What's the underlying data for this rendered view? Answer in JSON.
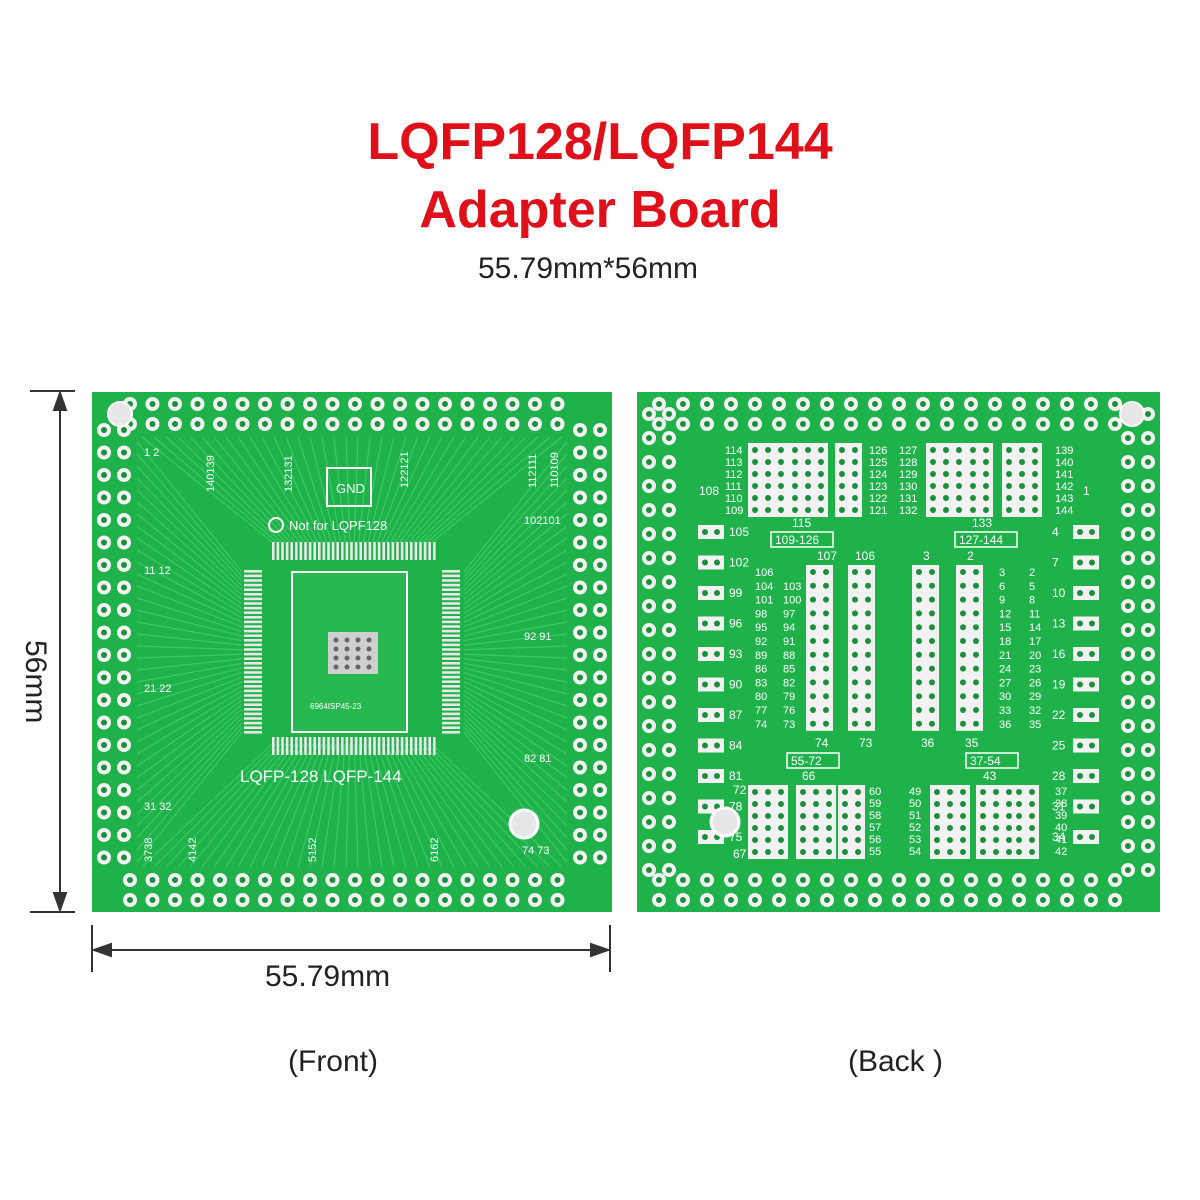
{
  "title": {
    "line1": "LQFP128/LQFP144",
    "line2": "Adapter Board"
  },
  "dimensions_text": "55.79mm*56mm",
  "width_label": "55.79mm",
  "height_label": "56mm",
  "captions": {
    "front": "(Front)",
    "back": "(Back )"
  },
  "colors": {
    "title": "#e0101b",
    "pcb": "#1fb24a",
    "silk": "#ffffff"
  },
  "front": {
    "gnd": "GND",
    "note": "Not for LQPF128",
    "board_label": "LQFP-128 LQFP-144",
    "chip_code": "6964ISP45-23",
    "labels": {
      "l1_2": "1  2",
      "l140_139": "140139",
      "l132_131": "132131",
      "l122_121": "122121",
      "l112_111": "112111",
      "l110_109": "110109",
      "l102_101": "102101",
      "l11_12": "11 12",
      "l92_91": "92 91",
      "l21_22": "21 22",
      "l82_81": "82 81",
      "l31_32": "31 32",
      "l37_38": "3738",
      "l41_42": "4142",
      "l51_52": "5152",
      "l61_62": "6162",
      "l74_73": "74 73"
    }
  },
  "back": {
    "groups": [
      "109-126",
      "127-144",
      "55-72",
      "37-54"
    ],
    "labels": {
      "n115": "115",
      "n133": "133",
      "n107": "107",
      "n106": "106",
      "n3": "3",
      "n2": "2",
      "n74": "74",
      "n73": "73",
      "n36": "36",
      "n35": "35",
      "n66": "66",
      "n43": "43",
      "n108": "108",
      "n72": "72",
      "n67": "67",
      "n1": "1"
    },
    "top_left_col": [
      "114",
      "113",
      "112",
      "111",
      "110",
      "109"
    ],
    "top_mid_col": [
      "126",
      "125",
      "124",
      "123",
      "122",
      "121"
    ],
    "top_mid2_col": [
      "127",
      "128",
      "129",
      "130",
      "131",
      "132"
    ],
    "top_right_col": [
      "139",
      "140",
      "141",
      "142",
      "143",
      "144"
    ],
    "left_pins": [
      "105",
      "102",
      "99",
      "96",
      "93",
      "90",
      "87",
      "84",
      "81",
      "78",
      "75"
    ],
    "right_pins": [
      "4",
      "7",
      "10",
      "13",
      "16",
      "19",
      "22",
      "25",
      "28",
      "31",
      "34"
    ],
    "left_inner": [
      [
        "106"
      ],
      [
        "104",
        "103"
      ],
      [
        "101",
        "100"
      ],
      [
        "98",
        "97"
      ],
      [
        "95",
        "94"
      ],
      [
        "92",
        "91"
      ],
      [
        "89",
        "88"
      ],
      [
        "86",
        "85"
      ],
      [
        "83",
        "82"
      ],
      [
        "80",
        "79"
      ],
      [
        "77",
        "76"
      ],
      [
        "74",
        "73"
      ]
    ],
    "right_inner": [
      [
        "3",
        "2"
      ],
      [
        "6",
        "5"
      ],
      [
        "9",
        "8"
      ],
      [
        "12",
        "11"
      ],
      [
        "15",
        "14"
      ],
      [
        "18",
        "17"
      ],
      [
        "21",
        "20"
      ],
      [
        "24",
        "23"
      ],
      [
        "27",
        "26"
      ],
      [
        "30",
        "29"
      ],
      [
        "33",
        "32"
      ],
      [
        "36",
        "35"
      ]
    ],
    "bottom_left_col": [
      "60",
      "59",
      "58",
      "57",
      "56",
      "55"
    ],
    "bottom_mid_col": [
      "49",
      "50",
      "51",
      "52",
      "53",
      "54"
    ],
    "bottom_right_col": [
      "37",
      "38",
      "39",
      "40",
      "41",
      "42"
    ]
  }
}
